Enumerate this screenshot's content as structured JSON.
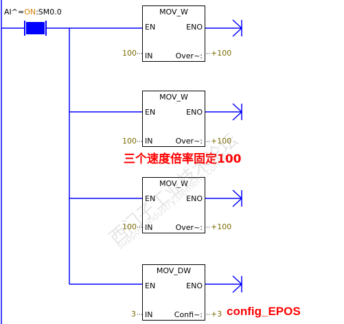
{
  "rung": {
    "contact_prefix": "AI^=",
    "contact_state": "ON",
    "contact_address": ":SM0.0"
  },
  "boxes": [
    {
      "title": "MOV_W",
      "en": "EN",
      "eno": "ENO",
      "in": "IN",
      "out": "Over~:",
      "in_operand": "100",
      "out_value": "+100"
    },
    {
      "title": "MOV_W",
      "en": "EN",
      "eno": "ENO",
      "in": "IN",
      "out": "Over~:",
      "in_operand": "100",
      "out_value": "+100"
    },
    {
      "title": "MOV_W",
      "en": "EN",
      "eno": "ENO",
      "in": "IN",
      "out": "Over~:",
      "in_operand": "100",
      "out_value": "+100"
    },
    {
      "title": "MOV_DW",
      "en": "EN",
      "eno": "ENO",
      "in": "IN",
      "out": "Confi~:",
      "in_operand": "3",
      "out_value": "+3"
    }
  ],
  "annotations": {
    "speed_note": "三个速度倍率固定100",
    "config_note": "config_EPOS"
  },
  "watermark": {
    "text": "西门子工业技术论坛",
    "subtext": "support.industry.siemens.com/cs"
  },
  "colors": {
    "wire": "#0000ff",
    "contact_fill": "#0000ff",
    "state_on": "#008800",
    "operand": "#7a6a00",
    "note": "#ff0000"
  }
}
